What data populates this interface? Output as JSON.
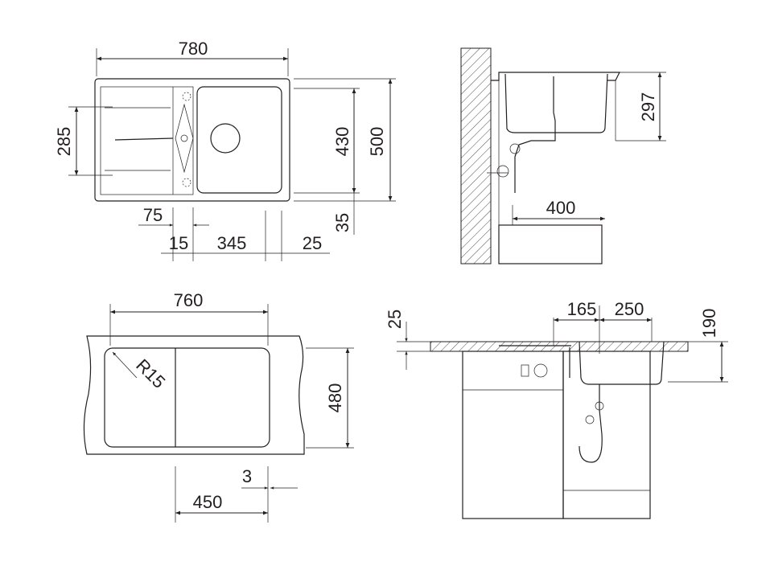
{
  "top_plan": {
    "width_780": "780",
    "drainer_285": "285",
    "bowl_430": "430",
    "depth_500": "500",
    "d_75": "75",
    "d_35": "35",
    "d_15": "15",
    "d_345": "345",
    "d_25": "25"
  },
  "side_top": {
    "d_297": "297",
    "d_400": "400"
  },
  "cutout": {
    "d_760": "760",
    "radius": "R15",
    "d_480": "480",
    "d_3": "3",
    "d_450": "450"
  },
  "side_bottom": {
    "d_25": "25",
    "d_165": "165",
    "d_250": "250",
    "d_190": "190"
  },
  "colors": {
    "line": "#231f20",
    "background": "#ffffff"
  }
}
